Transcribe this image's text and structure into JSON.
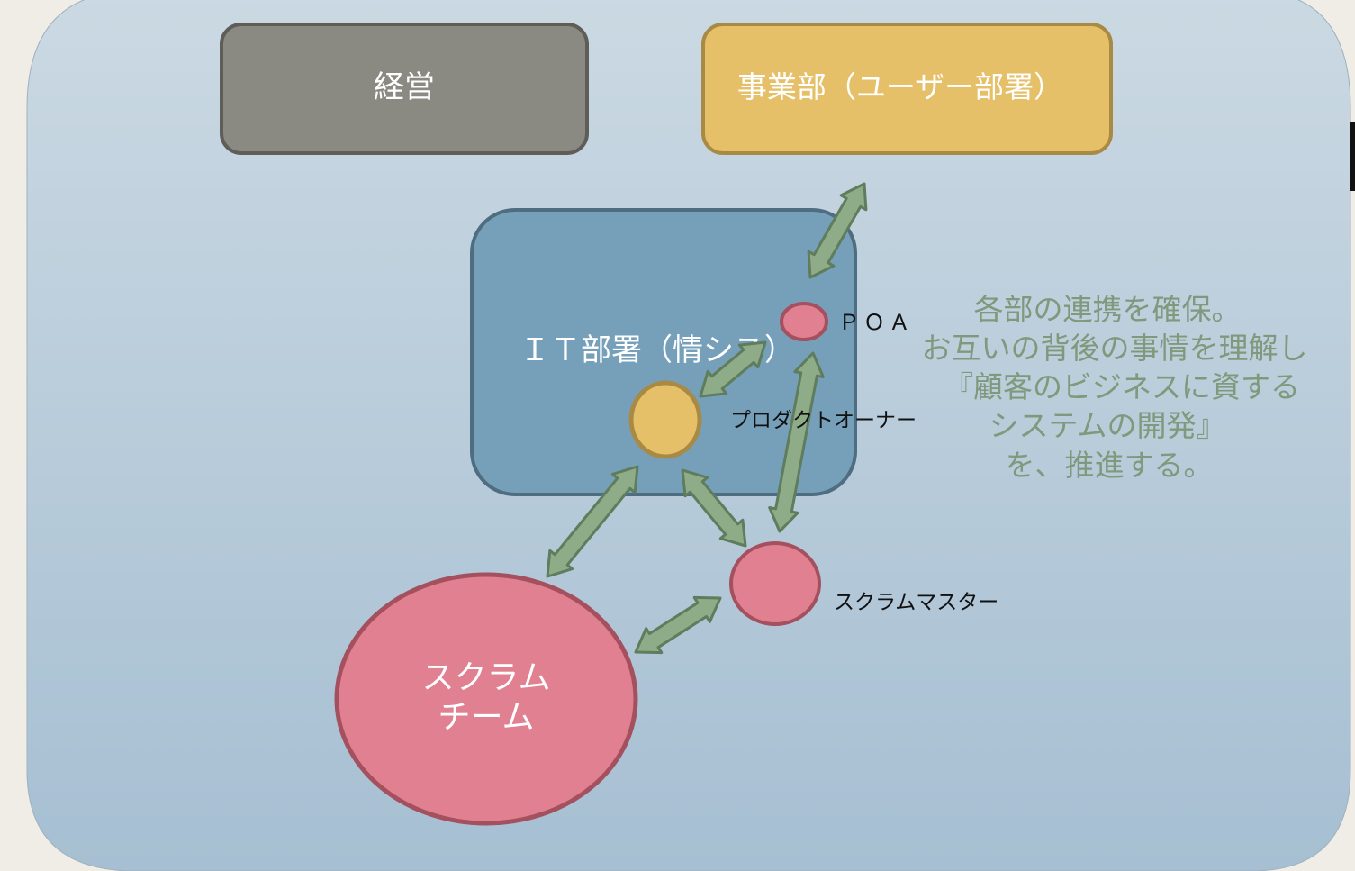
{
  "nodes": {
    "management": {
      "label": "経営"
    },
    "business_unit": {
      "label": "事業部（ユーザー部署）"
    },
    "it_department": {
      "label": "ＩＴ部署（情シス）"
    },
    "poa": {
      "label": "ＰＯＡ"
    },
    "product_owner": {
      "label": "プロダクトオーナー"
    },
    "scrum_master": {
      "label": "スクラムマスター"
    },
    "scrum_team": {
      "line1": "スクラム",
      "line2": "チーム"
    }
  },
  "message": {
    "lines": [
      "各部の連携を確保。",
      "お互いの背後の事情を理解し",
      "『顧客のビジネスに資する",
      "システムの開発』",
      "を、推進する。"
    ]
  },
  "colors": {
    "background_top": "#cbd9e3",
    "background_bottom": "#a6bfd2",
    "management_fill": "#8b8a82",
    "business_fill": "#e5c068",
    "it_fill": "#76a0b9",
    "pink_fill": "#e08090",
    "arrow_fill": "#8fac88",
    "message_text": "#7f997c"
  }
}
